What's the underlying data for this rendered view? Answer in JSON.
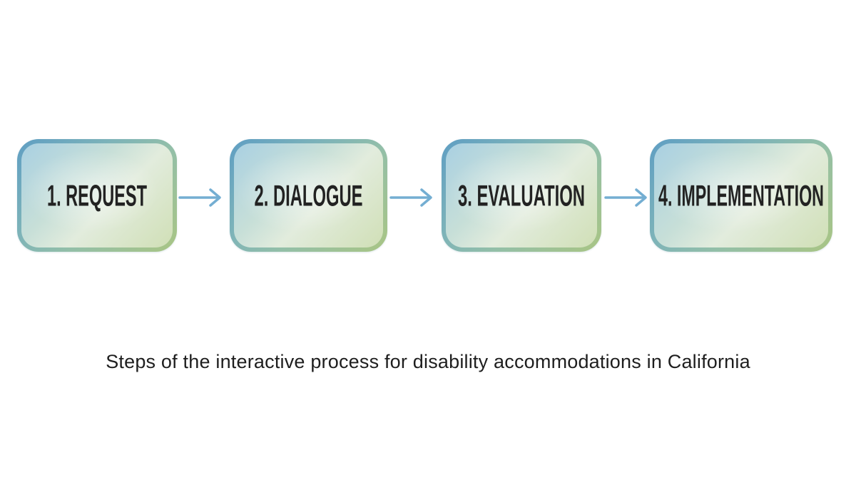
{
  "diagram": {
    "steps": [
      {
        "label": "1. REQUEST"
      },
      {
        "label": "2. DIALOGUE"
      },
      {
        "label": "3. EVALUATION"
      },
      {
        "label": "4. IMPLEMENTATION"
      }
    ],
    "caption": "Steps of the interactive process for disability accommodations in California"
  },
  "colors": {
    "background": "#ffffff",
    "box_border_gradient_start": "#5f9ec3",
    "box_border_gradient_mid": "#93bfa8",
    "box_border_gradient_end": "#a9c584",
    "box_fill_gradient_start": "#a9d0e2",
    "box_fill_gradient_mid": "#e2ecdd",
    "box_fill_gradient_end": "#d0dfb6",
    "arrow": "#74aed2",
    "step_text": "#222222",
    "caption_text": "#1e1e1e"
  }
}
